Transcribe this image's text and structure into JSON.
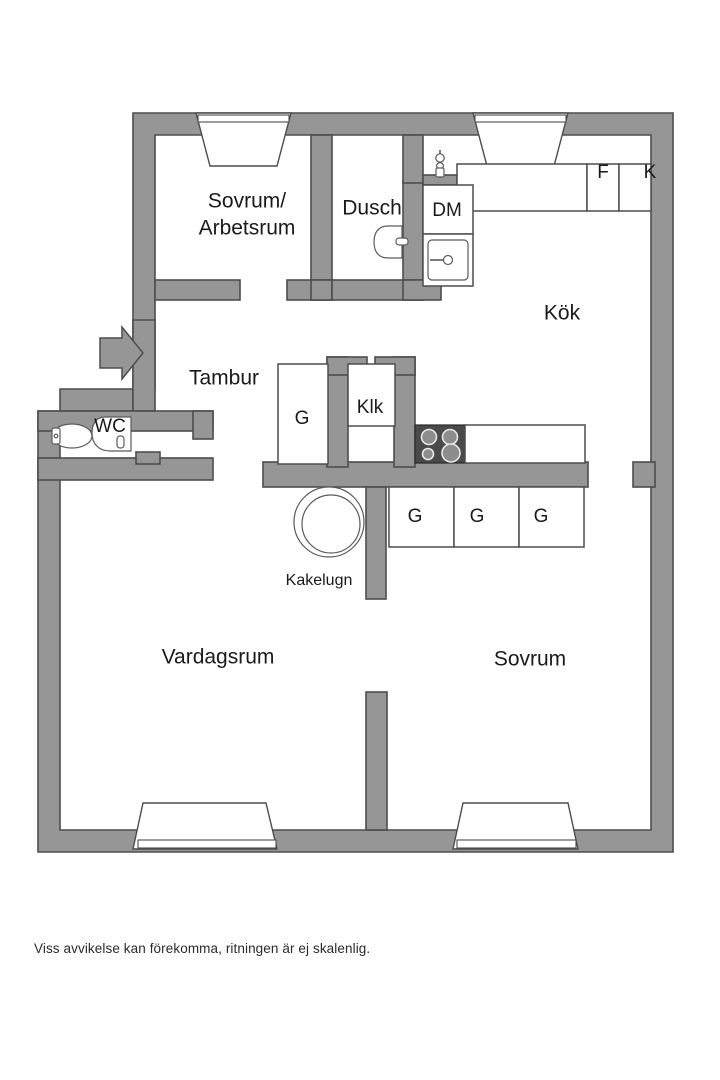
{
  "document": {
    "type": "floor-plan",
    "language": "sv",
    "disclaimer": "Viss avvikelse kan förekomma, ritningen är ej skalenlig."
  },
  "colors": {
    "wall": "#969696",
    "wall_outline": "#4d4d4d",
    "room_fill": "#ffffff",
    "background": "#ffffff",
    "text": "#1a1a1a",
    "stove": "#4a4a4a",
    "burner": "#8d8d8d"
  },
  "rooms": [
    {
      "id": "sovrum-arbetsrum",
      "label_line1": "Sovrum/",
      "label_line2": "Arbetsrum"
    },
    {
      "id": "dusch",
      "label": "Dusch"
    },
    {
      "id": "kok",
      "label": "Kök"
    },
    {
      "id": "tambur",
      "label": "Tambur"
    },
    {
      "id": "wc",
      "label": "WC"
    },
    {
      "id": "vardagsrum",
      "label": "Vardagsrum"
    },
    {
      "id": "sovrum",
      "label": "Sovrum"
    }
  ],
  "fixtures": {
    "dishwasher": "DM",
    "fridge": "F",
    "freezer": "K",
    "closet_hall": "Klk",
    "kakelugn": "Kakelugn",
    "wardrobes": [
      {
        "id": "wardrobe-tambur",
        "label": "G"
      },
      {
        "id": "wardrobe-1",
        "label": "G"
      },
      {
        "id": "wardrobe-2",
        "label": "G"
      },
      {
        "id": "wardrobe-3",
        "label": "G"
      }
    ]
  },
  "annotations": {
    "entrance_arrow": "entrance-arrow"
  }
}
